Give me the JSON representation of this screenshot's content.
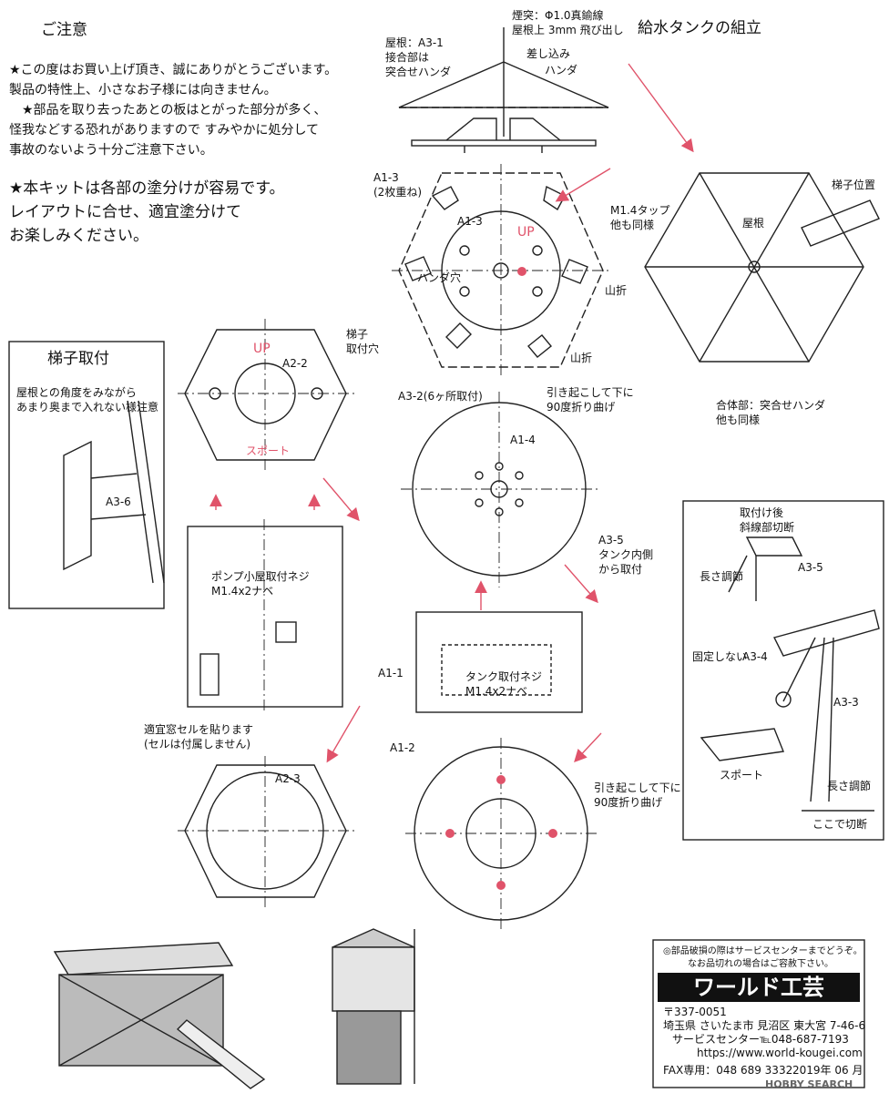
{
  "notice": {
    "title": "ご注意",
    "lines": [
      "★この度はお買い上げ頂き、誠にありがとうございます。",
      "製品の特性上、小さなお子様には向きません。",
      "　★部品を取り去ったあとの板はとがった部分が多く、",
      "怪我などする恐れがありますので すみやかに処分して",
      "事故のないよう十分ご注意下さい。"
    ],
    "paint_lines": [
      "★本キットは各部の塗分けが容易です。",
      "レイアウトに合せ、適宜塗分けて",
      "お楽しみください。"
    ]
  },
  "heading": "給水タンクの組立",
  "labels": {
    "roof_a31": "屋根：A3-1",
    "joint": "接合部は",
    "butt_solder": "突合せハンダ",
    "chimney1": "煙突：Φ1.0真鍮線",
    "chimney2": "屋根上 3mm 飛び出し",
    "insert": "差し込み",
    "solder": "ハンダ",
    "a13": "A1-3",
    "a13_note": "(2枚重ね)",
    "a13_inner": "A1-3",
    "up1": "UP",
    "m14_tap": "M1.4タップ",
    "same1": "他も同様",
    "solder_hole": "ハンダ穴",
    "mountain_fold1": "山折",
    "mountain_fold2": "山折",
    "a32": "A3-2(6ヶ所取付)",
    "pull_fold1": "引き起こして下に",
    "pull_fold2": "90度折り曲げ",
    "ladder_pos": "梯子位置",
    "roof": "屋根",
    "joint_part": "合体部：突合せハンダ",
    "same2": "他も同様",
    "ladder_title": "梯子取付",
    "ladder_note1": "屋根との角度をみながら",
    "ladder_note2": "あまり奥まで入れない様注意",
    "a36": "A3-6",
    "ladder_hole1": "梯子",
    "ladder_hole2": "取付穴",
    "up2": "UP",
    "a22": "A2-2",
    "spout": "スポート",
    "a14": "A1-4",
    "a35": "A3-5",
    "tank_inside1": "タンク内側",
    "tank_inside2": "から取付",
    "pump_screw1": "ポンプ小屋取付ネジ",
    "pump_screw2": "M1.4x2ナベ",
    "tank_screw1": "タンク取付ネジ",
    "tank_screw2": "M1.4x2ナベ",
    "a11": "A1-1",
    "a12": "A1-2",
    "window1": "適宜窓セルを貼ります",
    "window2": "(セルは付属しません)",
    "a23": "A2-3",
    "pull_fold3": "引き起こして下に",
    "pull_fold4": "90度折り曲げ",
    "after_attach1": "取付け後",
    "after_attach2": "斜線部切断",
    "a35b": "A3-5",
    "length_adj1": "長さ調節",
    "not_fixed": "固定しない",
    "a34": "A3-4",
    "a33": "A3-3",
    "spout2": "スポート",
    "length_adj2": "長さ調節",
    "cut_here": "ここで切断"
  },
  "company": {
    "service_note1": "◎部品破損の際はサービスセンターまでどうぞ。",
    "service_note2": "なお品切れの場合はご容赦下さい。",
    "logo": "ワールド工芸",
    "postal": "〒337-0051",
    "address": "埼玉県 さいたま市 見沼区 東大宮 7-46-6",
    "service_tel": "サービスセンター℡048-687-7193",
    "url": "https://www.world-kougei.com",
    "fax": "FAX専用：048 689 3332",
    "date": "2019年 06 月"
  },
  "watermark": "HOBBY SEARCH",
  "colors": {
    "accent": "#e0536a",
    "line": "#222222"
  }
}
